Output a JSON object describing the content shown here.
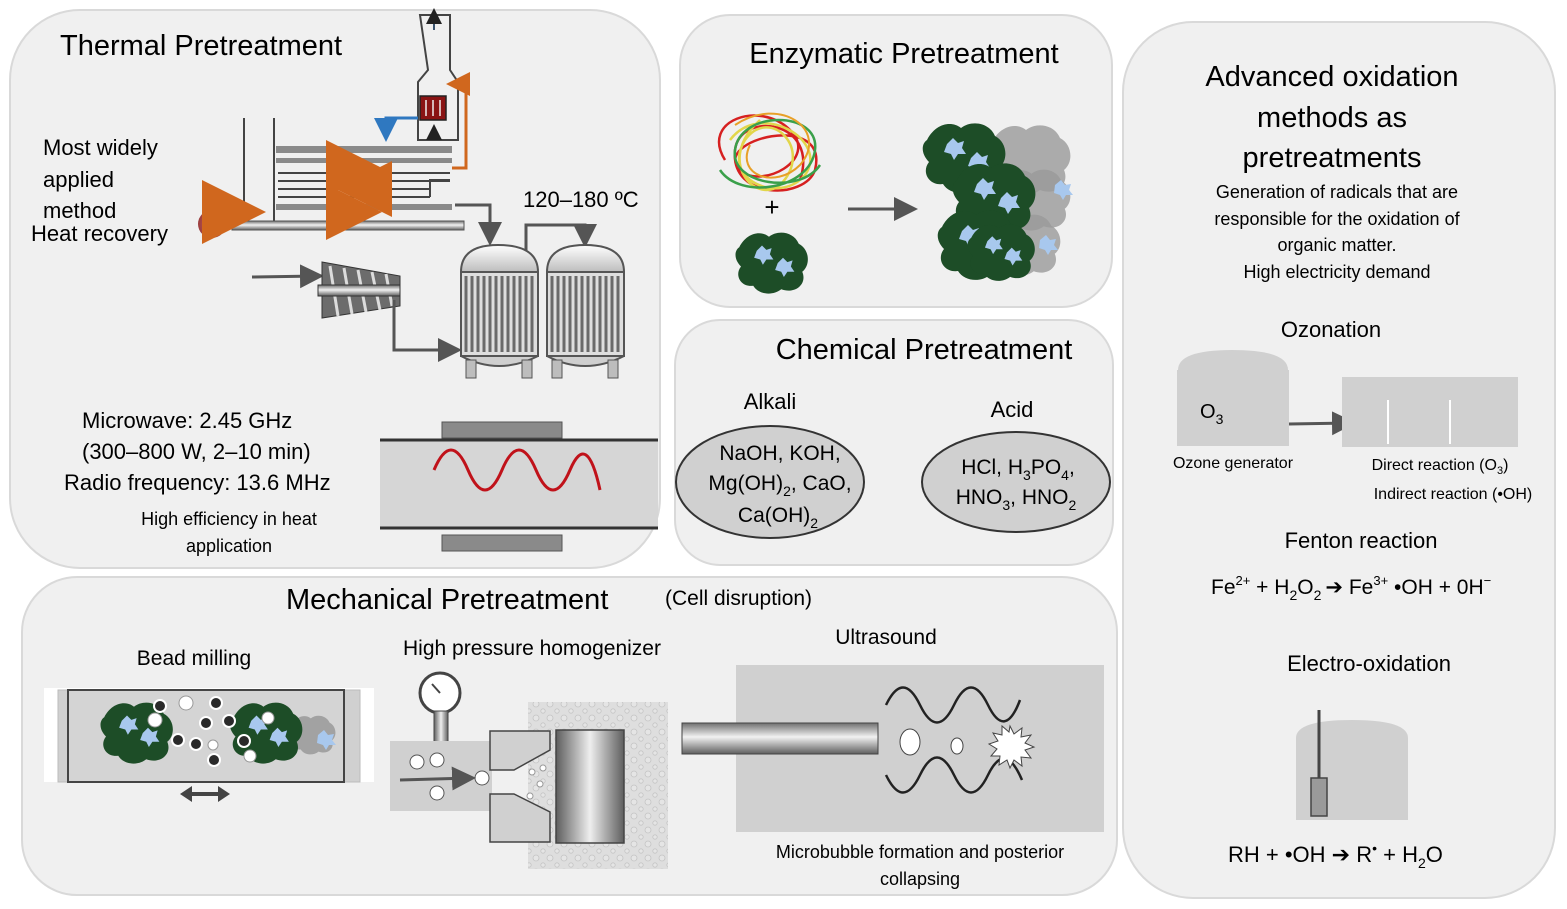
{
  "thermal": {
    "title": "Thermal Pretreatment",
    "note_line1": "Most widely",
    "note_line2": "applied",
    "note_line3": "method",
    "heat_recovery": "Heat recovery",
    "temperature": "120–180 ºC",
    "microwave_line1": "Microwave: 2.45 GHz",
    "microwave_line2": "(300–800 W, 2–10 min)",
    "radio_frequency": "Radio frequency: 13.6 MHz",
    "efficiency_line1": "High efficiency in heat",
    "efficiency_line2": "application"
  },
  "enzymatic": {
    "title": "Enzymatic Pretreatment",
    "plus": "+"
  },
  "chemical": {
    "title": "Chemical Pretreatment",
    "alkali_label": "Alkali",
    "alkali_line1": "NaOH, KOH,",
    "alkali_line2_a": "Mg(OH)",
    "alkali_line2_sub": "2",
    "alkali_line2_b": ", CaO,",
    "alkali_line3_a": "Ca(OH)",
    "alkali_line3_sub": "2",
    "acid_label": "Acid",
    "acid_line1_a": "HCl, H",
    "acid_line1_sub1": "3",
    "acid_line1_b": "PO",
    "acid_line1_sub2": "4",
    "acid_line1_c": ",",
    "acid_line2_a": "HNO",
    "acid_line2_sub1": "3",
    "acid_line2_b": ", HNO",
    "acid_line2_sub2": "2"
  },
  "advanced": {
    "title_line1": "Advanced oxidation",
    "title_line2": "methods as",
    "title_line3": "pretreatments",
    "desc_line1": "Generation of radicals that are",
    "desc_line2": "responsible for the oxidation of",
    "desc_line3": "organic matter.",
    "desc_line4": "High electricity demand",
    "ozonation_title": "Ozonation",
    "o3_base": "O",
    "o3_sub": "3",
    "ozone_generator": "Ozone generator",
    "direct_reaction_a": "Direct reaction (O",
    "direct_reaction_sub": "3",
    "direct_reaction_b": ")",
    "indirect_reaction": "Indirect reaction (•OH)",
    "fenton_title": "Fenton reaction",
    "fenton_fe": "Fe",
    "fenton_fe2_sup": "2+",
    "fenton_h2o2_a": " + H",
    "fenton_h2o2_sub1": "2",
    "fenton_h2o2_b": "O",
    "fenton_h2o2_sub2": "2",
    "fenton_arrow": "➔",
    "fenton_fe3": " Fe",
    "fenton_fe3_sup": "3+",
    "fenton_rest": " •OH + 0H",
    "fenton_minus_sup": "−",
    "electro_title": "Electro-oxidation",
    "electro_eq_a": "RH + •OH ",
    "electro_eq_arrow": "➔",
    "electro_eq_b": " R",
    "electro_eq_sup": "•",
    "electro_eq_c": "  + H",
    "electro_eq_sub": "2",
    "electro_eq_d": "O"
  },
  "mechanical": {
    "title": "Mechanical Pretreatment",
    "subtitle": "(Cell disruption)",
    "bead_milling": "Bead milling",
    "hph": "High pressure homogenizer",
    "ultrasound": "Ultrasound",
    "microbubble_line1": "Microbubble formation and posterior",
    "microbubble_line2": "collapsing"
  },
  "colors": {
    "panel_fill": "#f0f0f0",
    "panel_stroke": "#d9d9d9",
    "cell_green": "#1d4d27",
    "pale_blue": "#a8c8ee",
    "wave_red": "#c0121a",
    "arrow_orange": "#d0671e",
    "arrow_blue": "#2f78c0",
    "arrow_red": "#c0121a"
  }
}
